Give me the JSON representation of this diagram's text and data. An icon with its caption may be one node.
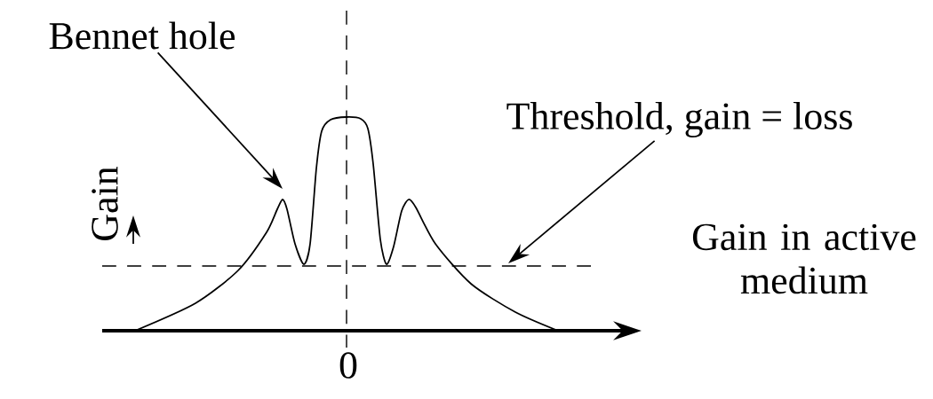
{
  "diagram": {
    "nodes": [
      {
        "text": [
          "Bennet hole"
        ]
      },
      {
        "text": [
          "Threshold, gain = loss"
        ]
      }
    ],
    "edges": [
      {
        "from": 0,
        "to": null,
        "arrow": "to"
      },
      {
        "from": 1,
        "to": null,
        "arrow": "to"
      }
    ],
    "labels": [
      "Gain",
      "Gain in active medium",
      "0"
    ]
  }
}
